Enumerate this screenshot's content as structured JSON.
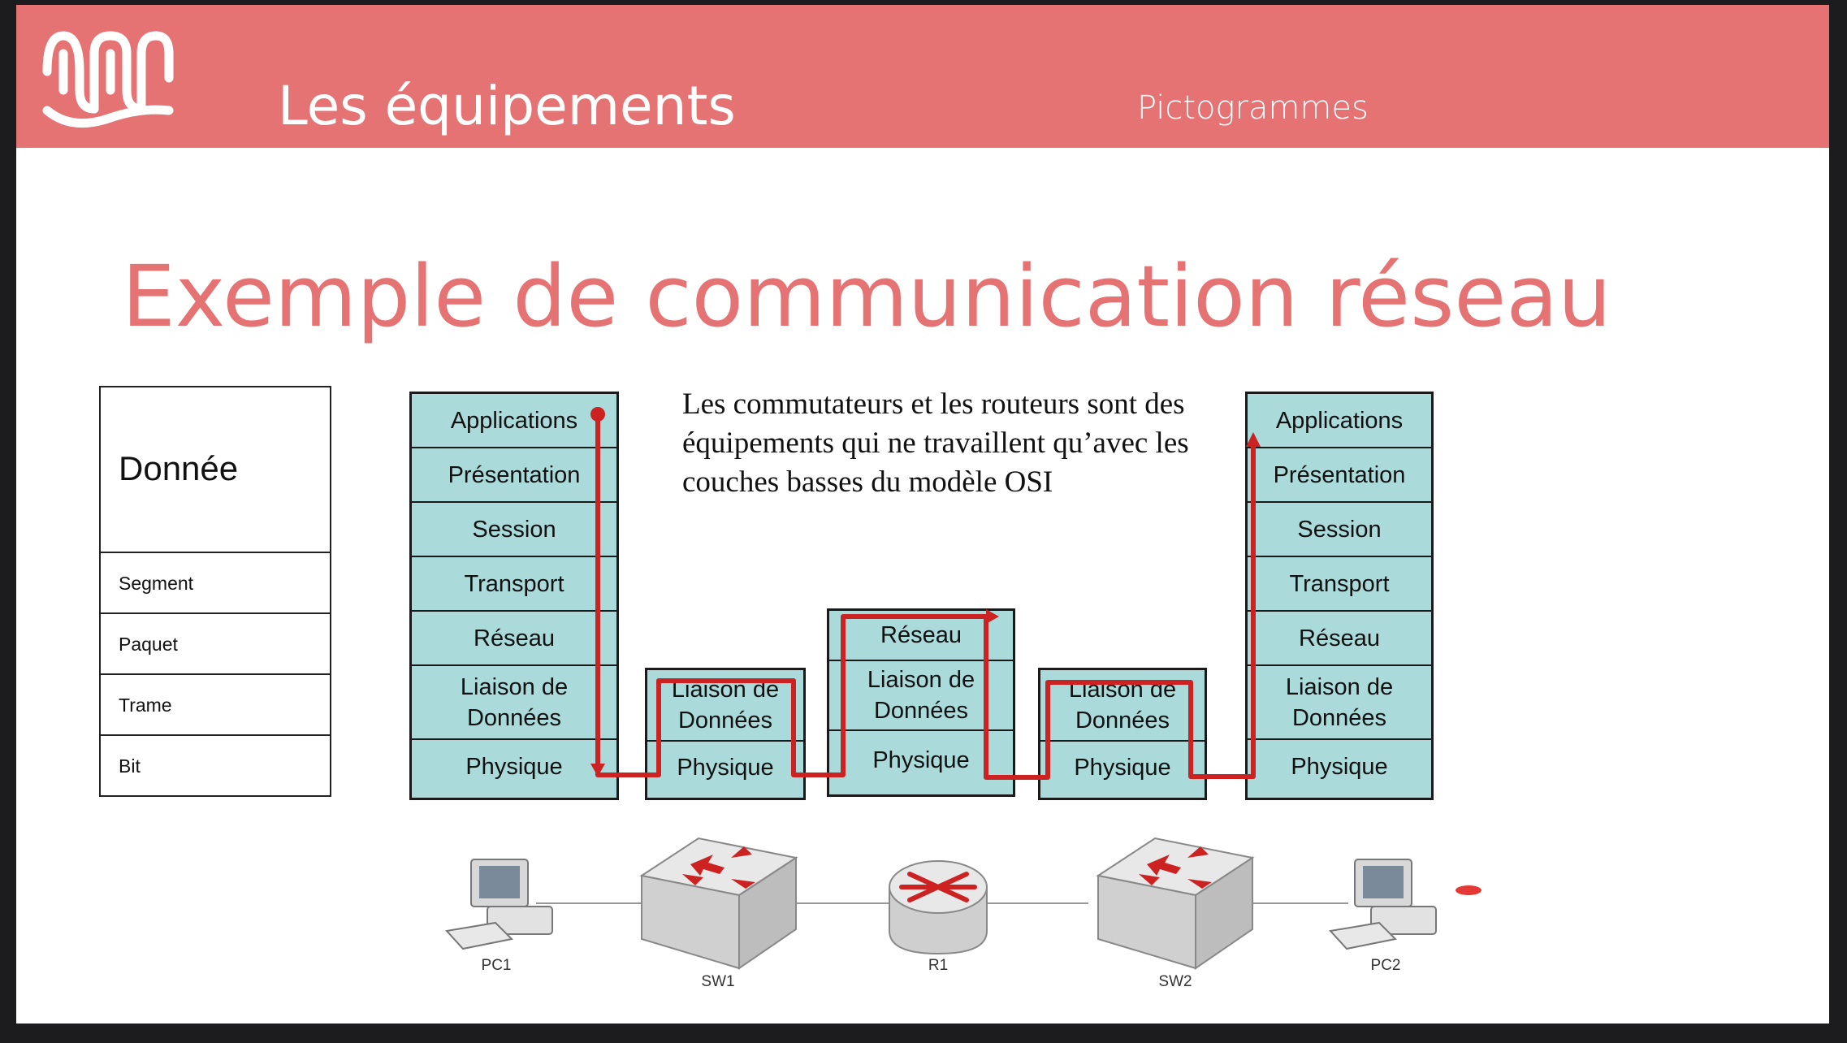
{
  "header": {
    "title": "Les équipements",
    "subtitle": "Pictogrammes"
  },
  "slide": {
    "title": "Exemple de communication réseau"
  },
  "pdu_table": {
    "rows": [
      "Donnée",
      "Segment",
      "Paquet",
      "Trame",
      "Bit"
    ]
  },
  "caption": "Les commutateurs et les routeurs sont des équipements qui ne travaillent qu’avec les couches basses du modèle OSI",
  "stacks": {
    "pc1": [
      "Applications",
      "Présentation",
      "Session",
      "Transport",
      "Réseau",
      "Liaison de Données",
      "Physique"
    ],
    "sw1": [
      "Liaison de Données",
      "Physique"
    ],
    "r1": [
      "Réseau",
      "Liaison de Données",
      "Physique"
    ],
    "sw2": [
      "Liaison de Données",
      "Physique"
    ],
    "pc2": [
      "Applications",
      "Présentation",
      "Session",
      "Transport",
      "Réseau",
      "Liaison de Données",
      "Physique"
    ]
  },
  "devices": {
    "pc1": "PC1",
    "sw1": "SW1",
    "r1": "R1",
    "sw2": "SW2",
    "pc2": "PC2"
  },
  "colors": {
    "header": "#e57373",
    "layer_fill": "#aadada",
    "flow": "#cc2222"
  }
}
